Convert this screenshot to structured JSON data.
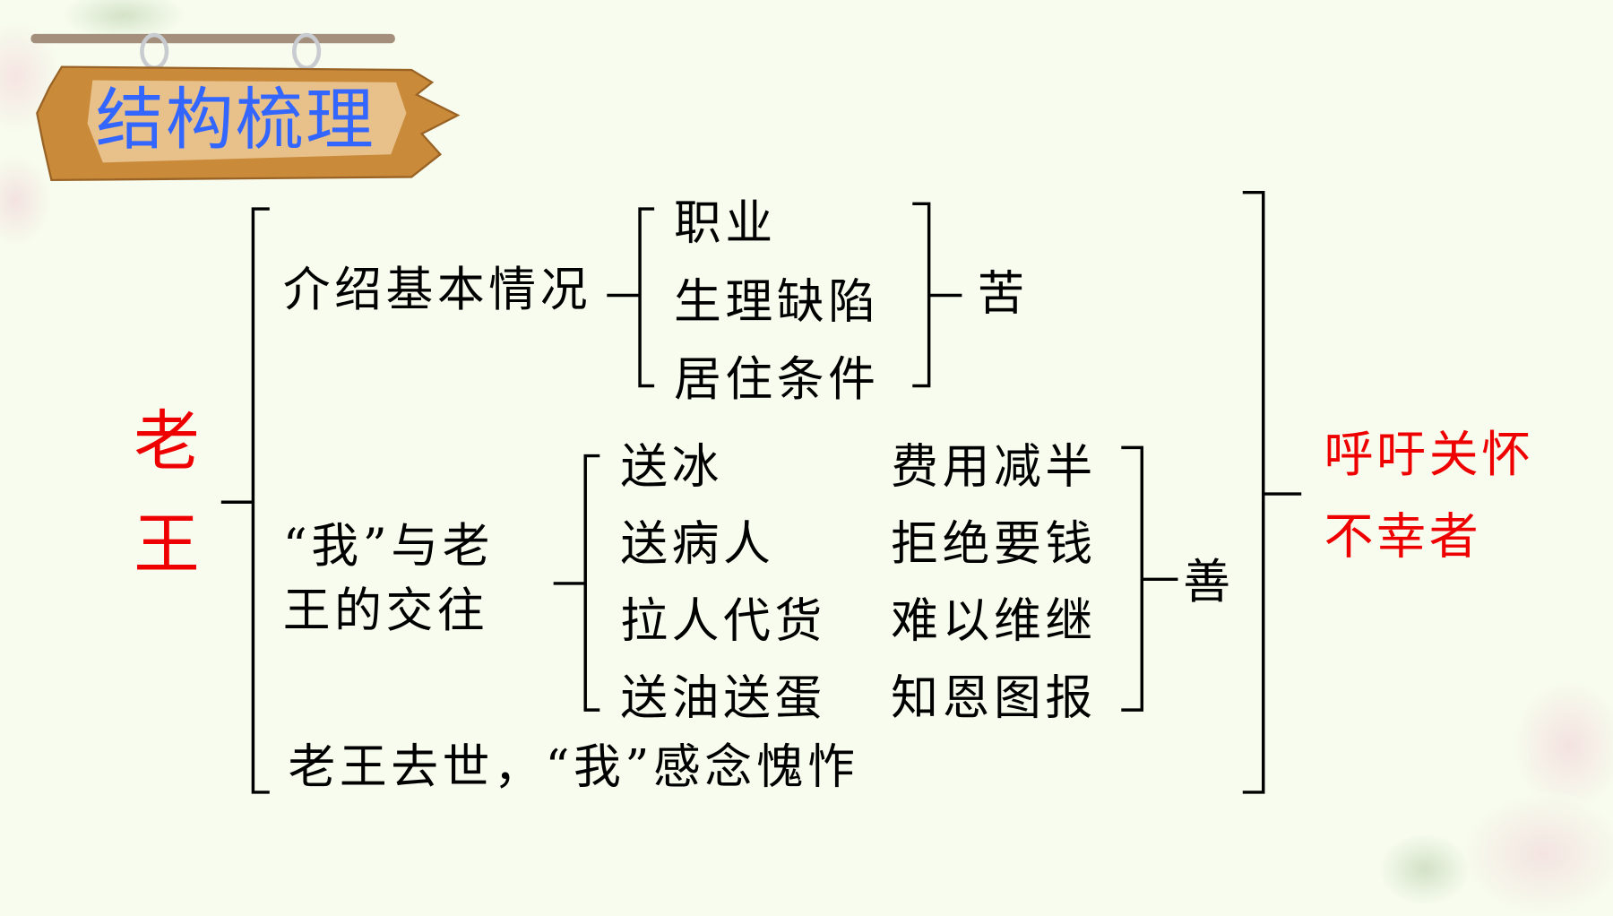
{
  "title": "结构梳理",
  "subject": [
    "老",
    "王"
  ],
  "section1": {
    "label": "介绍基本情况",
    "items": [
      "职业",
      "生理缺陷",
      "居住条件"
    ],
    "summary": "苦"
  },
  "section2": {
    "label_line1": "“我”与老",
    "label_line2": "王的交往",
    "left_items": [
      "送冰",
      "送病人",
      "拉人代货",
      "送油送蛋"
    ],
    "right_items": [
      "费用减半",
      "拒绝要钱",
      "难以维继",
      "知恩图报"
    ],
    "summary": "善"
  },
  "section3": {
    "label": "老王去世，“我”感念愧怍"
  },
  "conclusion": [
    "呼吁关怀",
    "不幸者"
  ],
  "colors": {
    "title": "#3366ff",
    "accent": "#ee0000",
    "background": "#f7fcee",
    "wood": "#c98a3a"
  }
}
